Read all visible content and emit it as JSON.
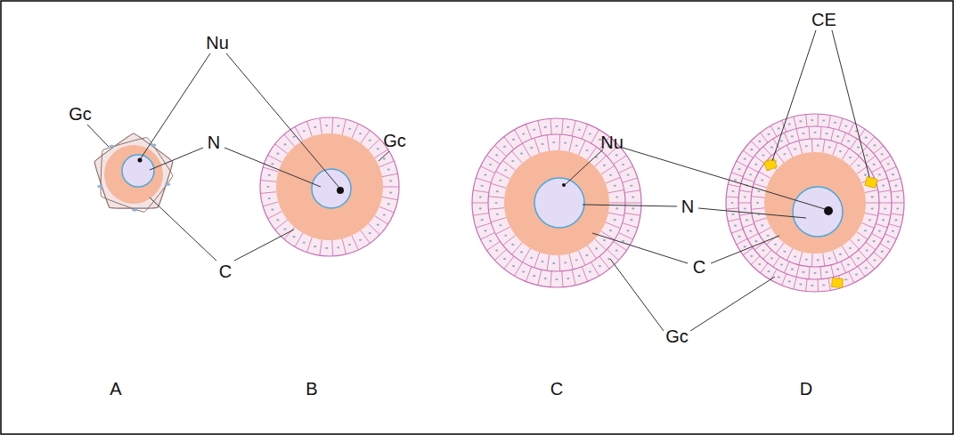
{
  "diagram": {
    "labels": [
      "Nu",
      "Gc",
      "N",
      "Gc",
      "C",
      "A",
      "B",
      "CE",
      "Nu",
      "N",
      "C",
      "Gc",
      "C",
      "D"
    ]
  }
}
